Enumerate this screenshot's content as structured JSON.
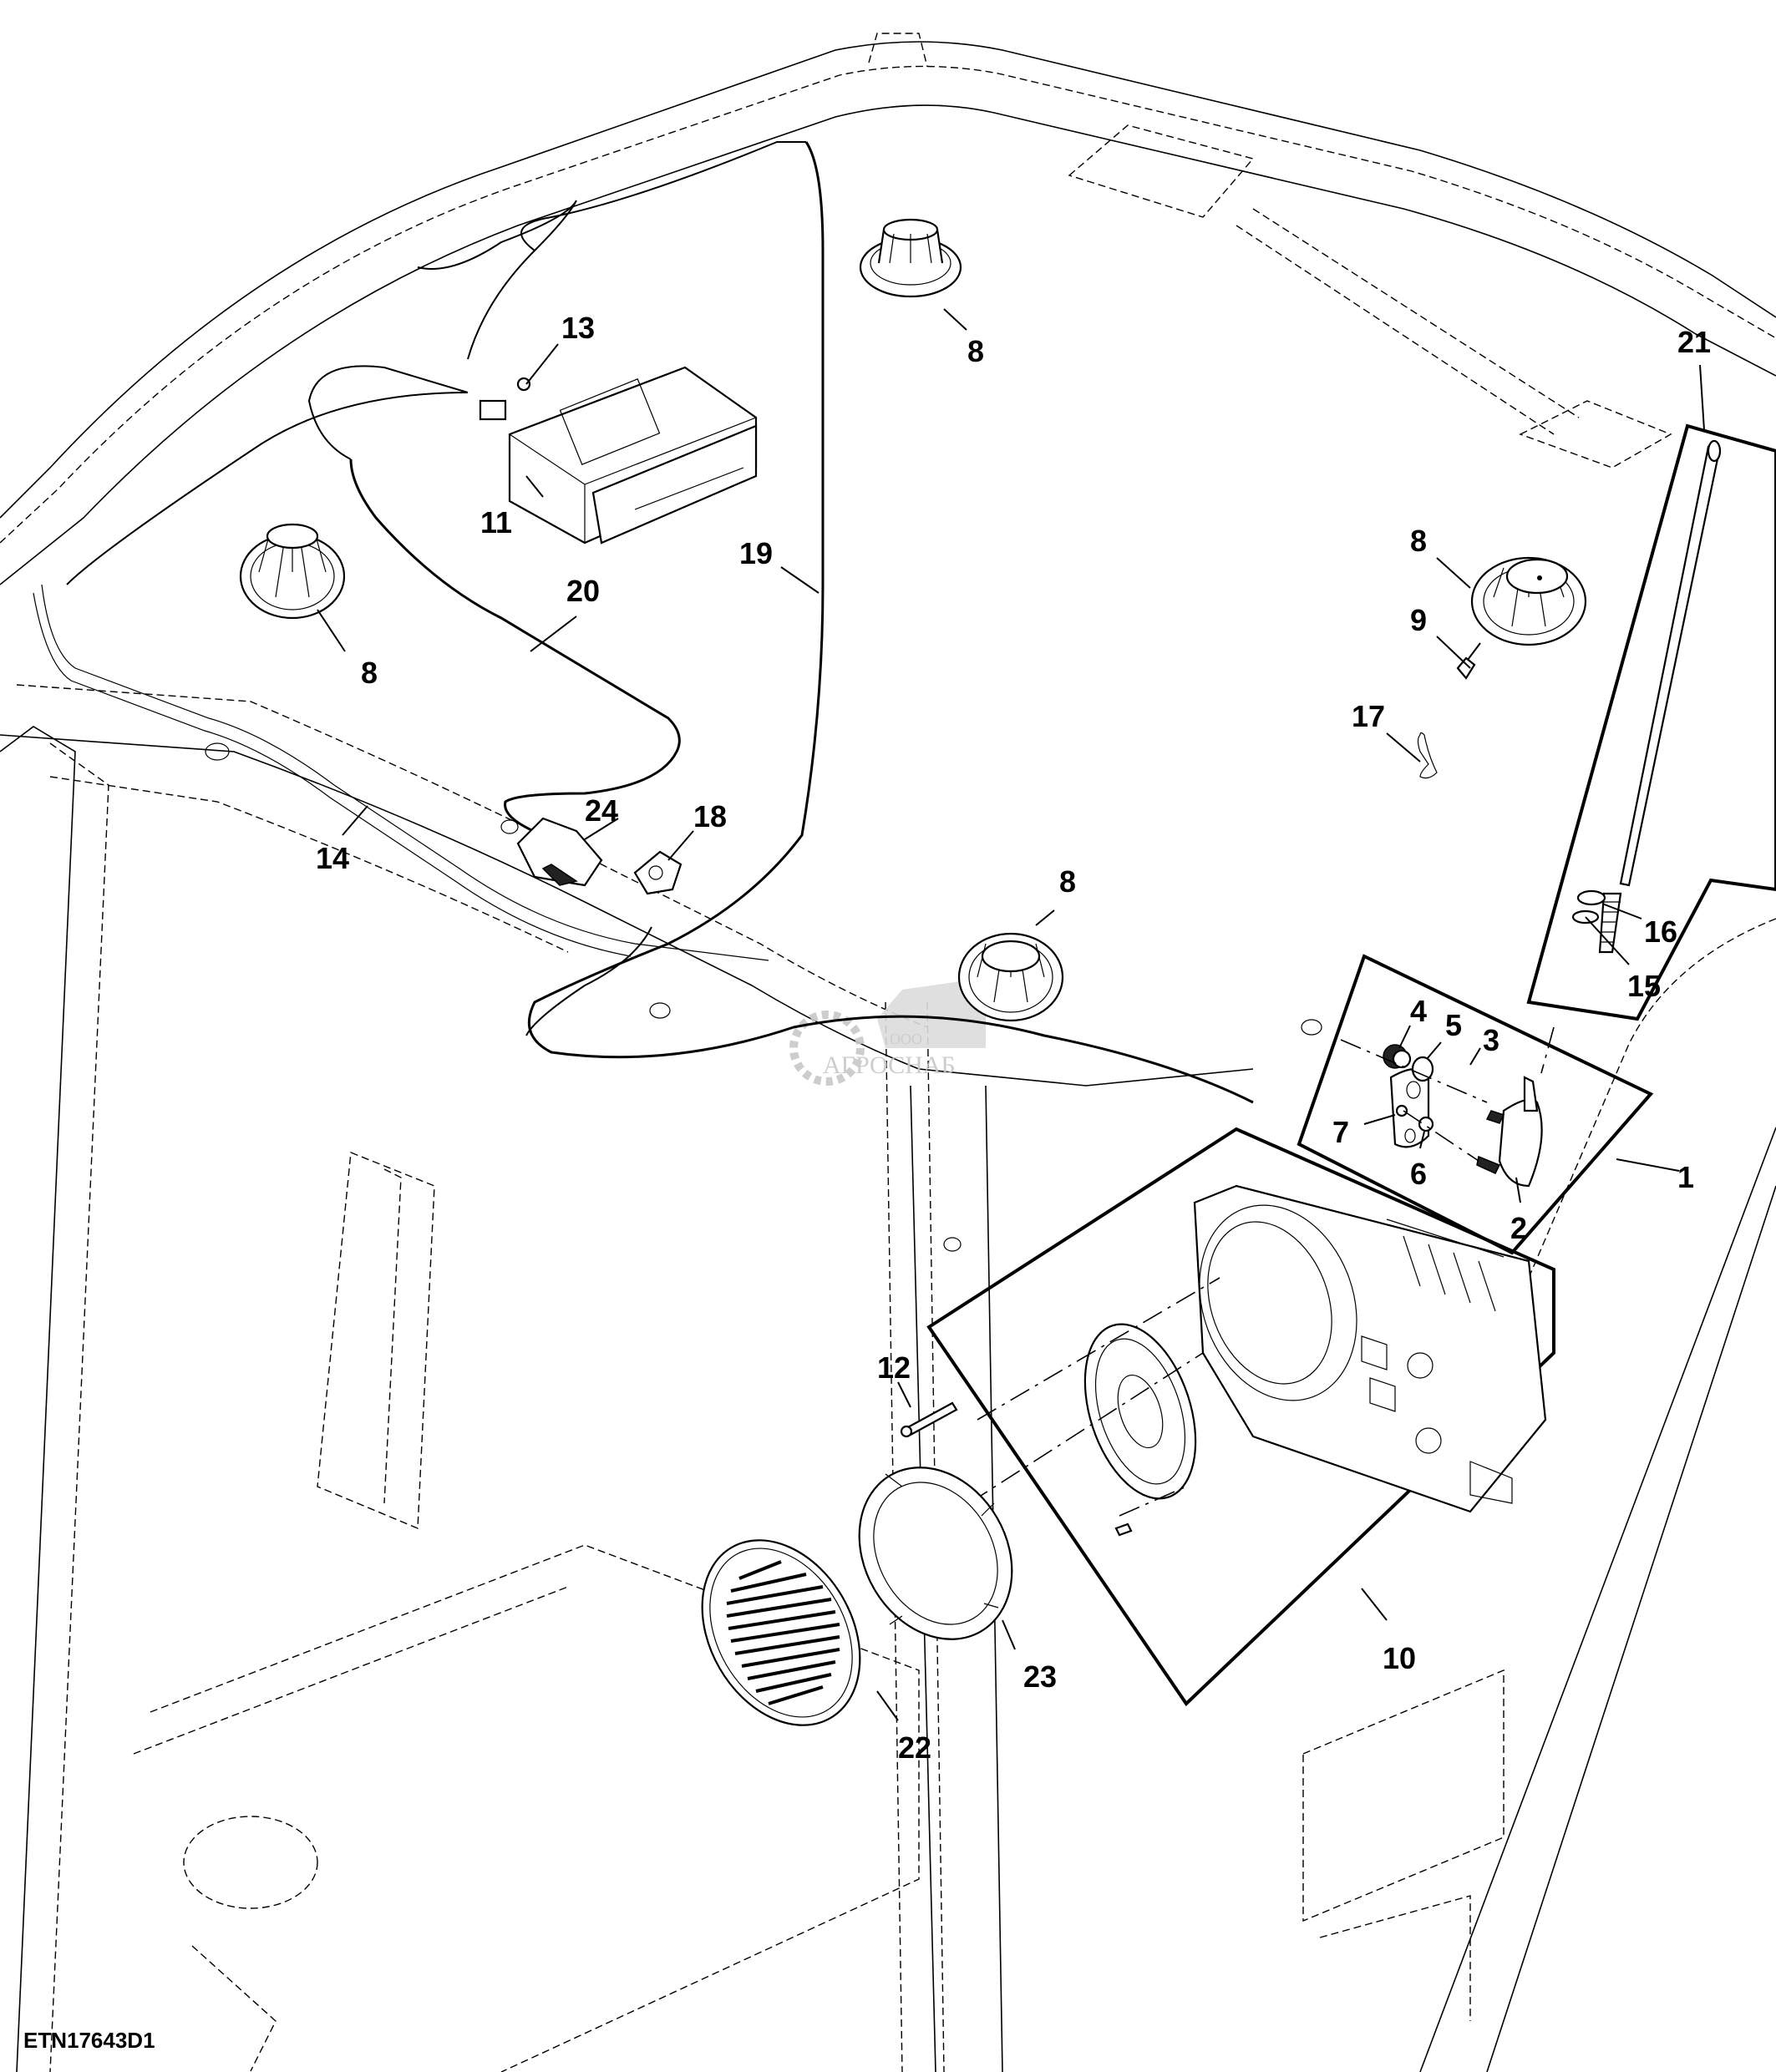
{
  "diagram": {
    "title": "Cab radio, speakers and antenna installation (exploded view)",
    "figure_id": "ETN17643D1",
    "watermark": {
      "prefix": "ООО",
      "name": "АГРОСНАБ"
    },
    "callouts": [
      {
        "id": "1",
        "label": "1",
        "part": "antenna-mount-assembly"
      },
      {
        "id": "2",
        "label": "2",
        "part": "antenna-base"
      },
      {
        "id": "3",
        "label": "3",
        "part": "mounting-plate"
      },
      {
        "id": "4",
        "label": "4",
        "part": "nut"
      },
      {
        "id": "5",
        "label": "5",
        "part": "lock-washer"
      },
      {
        "id": "6",
        "label": "6",
        "part": "washer"
      },
      {
        "id": "7",
        "label": "7",
        "part": "nut-small"
      },
      {
        "id": "8a",
        "label": "8",
        "part": "speaker-rear-center"
      },
      {
        "id": "8b",
        "label": "8",
        "part": "speaker-left"
      },
      {
        "id": "8c",
        "label": "8",
        "part": "speaker-right"
      },
      {
        "id": "8d",
        "label": "8",
        "part": "speaker-front"
      },
      {
        "id": "9",
        "label": "9",
        "part": "screw"
      },
      {
        "id": "10",
        "label": "10",
        "part": "speaker-enclosure-assembly"
      },
      {
        "id": "11",
        "label": "11",
        "part": "radio"
      },
      {
        "id": "12",
        "label": "12",
        "part": "bolt"
      },
      {
        "id": "13",
        "label": "13",
        "part": "nut-radio"
      },
      {
        "id": "14",
        "label": "14",
        "part": "headliner"
      },
      {
        "id": "15",
        "label": "15",
        "part": "washer-antenna"
      },
      {
        "id": "16",
        "label": "16",
        "part": "nut-antenna"
      },
      {
        "id": "17",
        "label": "17",
        "part": "clip"
      },
      {
        "id": "18",
        "label": "18",
        "part": "switch"
      },
      {
        "id": "19",
        "label": "19",
        "part": "antenna-cable"
      },
      {
        "id": "20",
        "label": "20",
        "part": "wiring-harness"
      },
      {
        "id": "21",
        "label": "21",
        "part": "antenna-mast"
      },
      {
        "id": "22",
        "label": "22",
        "part": "speaker-grille"
      },
      {
        "id": "23",
        "label": "23",
        "part": "speaker-ring"
      },
      {
        "id": "24",
        "label": "24",
        "part": "microphone-module"
      }
    ]
  }
}
